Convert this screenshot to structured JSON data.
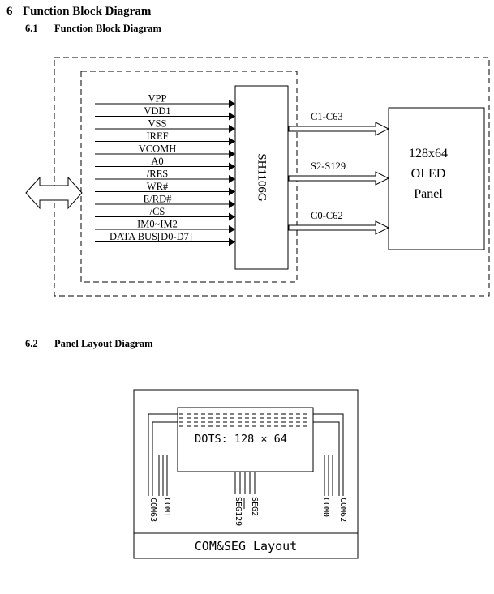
{
  "section": {
    "number": "6",
    "title": "Function Block Diagram"
  },
  "subsection1": {
    "number": "6.1",
    "title": "Function Block Diagram"
  },
  "subsection2": {
    "number": "6.2",
    "title": "Panel Layout Diagram"
  },
  "block_diagram": {
    "inputs": [
      "VPP",
      "VDD1",
      "VSS",
      "IREF",
      "VCOMH",
      "A0",
      "/RES",
      "WR#",
      "E/RD#",
      "/CS",
      "IM0~IM2",
      "DATA BUS[D0-D7]"
    ],
    "ic_label": "SH1106G",
    "buses": [
      "C1-C63",
      "S2-S129",
      "C0-C62"
    ],
    "panel_lines": [
      "128x64",
      "OLED",
      "Panel"
    ]
  },
  "panel_layout": {
    "dots_label": "DOTS: 128 × 64",
    "com63": "COM63",
    "com1": "COM1",
    "seg129": "SEG129",
    "seg2": "SEG2",
    "com0": "COM0",
    "com62": "COM62",
    "footer": "COM&SEG Layout"
  }
}
